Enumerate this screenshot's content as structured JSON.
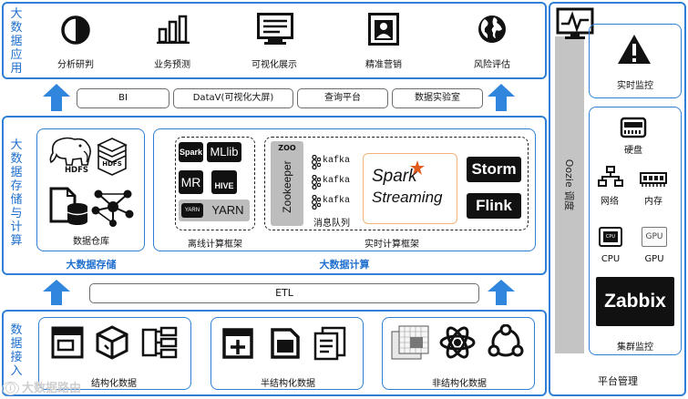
{
  "app": {
    "title": "大数据应用",
    "title_chars": [
      "大",
      "数",
      "据",
      "应",
      "用"
    ],
    "items": [
      {
        "label": "分析研判",
        "icon": "pie-chart-icon"
      },
      {
        "label": "业务预测",
        "icon": "bar-chart-icon"
      },
      {
        "label": "可视化展示",
        "icon": "monitor-chart-icon"
      },
      {
        "label": "精准营销",
        "icon": "portrait-icon"
      },
      {
        "label": "风险评估",
        "icon": "globe-icon"
      }
    ]
  },
  "pills_top": [
    "BI",
    "DataV(可视化大屏)",
    "查询平台",
    "数据实验室"
  ],
  "storage": {
    "title_chars": [
      "大",
      "数",
      "据",
      "存",
      "储",
      "与",
      "计",
      "算"
    ],
    "hdfs1": "HDFS",
    "hdfs2": "HDFS",
    "warehouse": "数据仓库",
    "label": "大数据存储"
  },
  "compute": {
    "label": "大数据计算",
    "offline": {
      "caption": "离线计算框架",
      "spark": "Spark",
      "mllib": "MLlib",
      "mr": "MR",
      "hive": "HIVE",
      "yarn": "YARN",
      "yarn_small": "YARN"
    },
    "realtime": {
      "caption": "实时计算框架",
      "zookeeper": "Zookeeper",
      "zoo": "ZOO",
      "kafka": [
        "kafka",
        "kafka",
        "kafka"
      ],
      "mq": "消息队列",
      "spark": "Spark",
      "streaming": "Streaming",
      "storm": "Storm",
      "flink": "Flink"
    }
  },
  "etl": "ETL",
  "ingest": {
    "title_chars": [
      "数",
      "据",
      "接",
      "入"
    ],
    "structured": "结构化数据",
    "semi": "半结构化数据",
    "unstructured": "非结构化数据"
  },
  "oozie": "Oozie 调度",
  "platform": {
    "title": "平台管理",
    "realtime_monitor": "实时监控",
    "cluster_monitor": "集群监控",
    "disk": "硬盘",
    "network": "网络",
    "memory": "内存",
    "cpu": "CPU",
    "cpu_chip": "CPU",
    "gpu": "GPU",
    "gpu_chip": "GPU",
    "zabbix": "Zabbix"
  },
  "watermark": "大数据路由",
  "colors": {
    "accent": "#2f7fd6",
    "arrow": "#2f86dc",
    "oozie_bar": "#c4c4c4"
  }
}
